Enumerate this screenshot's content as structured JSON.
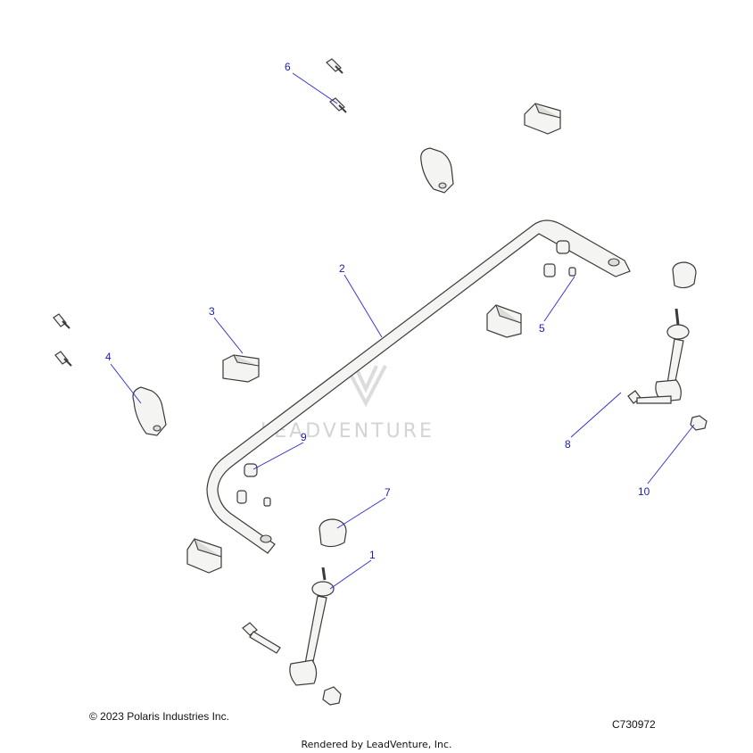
{
  "diagram": {
    "callouts": [
      {
        "id": "1",
        "label": "1"
      },
      {
        "id": "2",
        "label": "2"
      },
      {
        "id": "3",
        "label": "3"
      },
      {
        "id": "4",
        "label": "4"
      },
      {
        "id": "5",
        "label": "5"
      },
      {
        "id": "6",
        "label": "6"
      },
      {
        "id": "7",
        "label": "7"
      },
      {
        "id": "8",
        "label": "8"
      },
      {
        "id": "9",
        "label": "9"
      },
      {
        "id": "10",
        "label": "10"
      }
    ],
    "colors": {
      "callout": "#1a1ab8",
      "leader": "#2a2ad0",
      "part_fill": "#f4f4f2",
      "part_stroke": "#3a3a3a",
      "watermark": "#d4d4d4"
    }
  },
  "watermark": {
    "text": "LEADVENTURE"
  },
  "footer": {
    "copyright": "© 2023 Polaris Industries Inc.",
    "part_code": "C730972",
    "rendered_by": "Rendered by LeadVenture, Inc."
  }
}
